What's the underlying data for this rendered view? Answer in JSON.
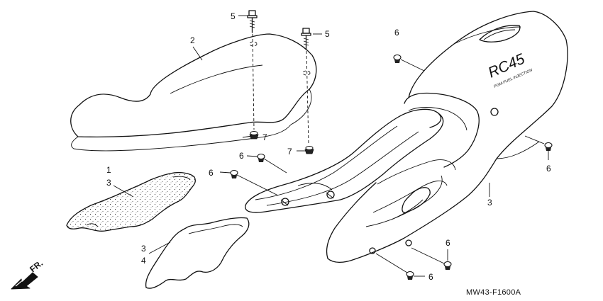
{
  "callouts": [
    {
      "id": "c1",
      "text": "1"
    },
    {
      "id": "c2",
      "text": "2"
    },
    {
      "id": "c3a",
      "text": "3"
    },
    {
      "id": "c3b",
      "text": "3"
    },
    {
      "id": "c3c",
      "text": "3"
    },
    {
      "id": "c4",
      "text": "4"
    },
    {
      "id": "c5a",
      "text": "5"
    },
    {
      "id": "c5b",
      "text": "5"
    },
    {
      "id": "c6a",
      "text": "6"
    },
    {
      "id": "c6b",
      "text": "6"
    },
    {
      "id": "c6c",
      "text": "6"
    },
    {
      "id": "c6d",
      "text": "6"
    },
    {
      "id": "c6e",
      "text": "6"
    },
    {
      "id": "c6f",
      "text": "6"
    },
    {
      "id": "c7a",
      "text": "7"
    },
    {
      "id": "c7b",
      "text": "7"
    }
  ],
  "cowl_logo": {
    "model": "RC45",
    "subtitle": "PGM-FUEL INJECTION"
  },
  "direction_label": "FR.",
  "diagram_code": "MW43-F1600A"
}
